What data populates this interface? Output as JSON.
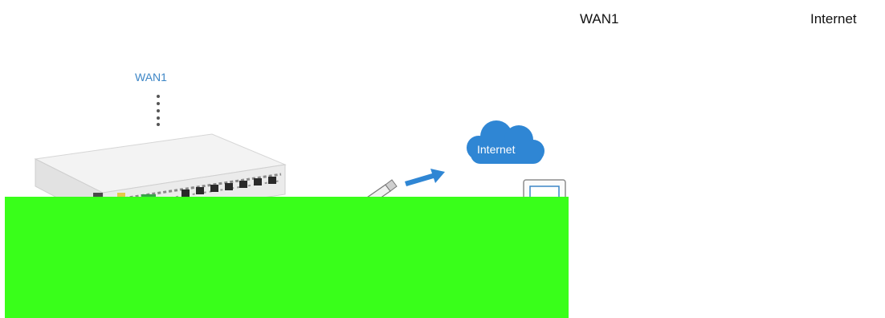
{
  "top_labels": {
    "wan": "WAN1",
    "internet": "Internet"
  },
  "figure": {
    "wan_label": "WAN1",
    "cloud_label": "Internet"
  },
  "colors": {
    "wan_label": "#3d86c6",
    "cloud": "#2f86d4",
    "arrow": "#2f86d4",
    "redaction": "#39ff1a"
  }
}
